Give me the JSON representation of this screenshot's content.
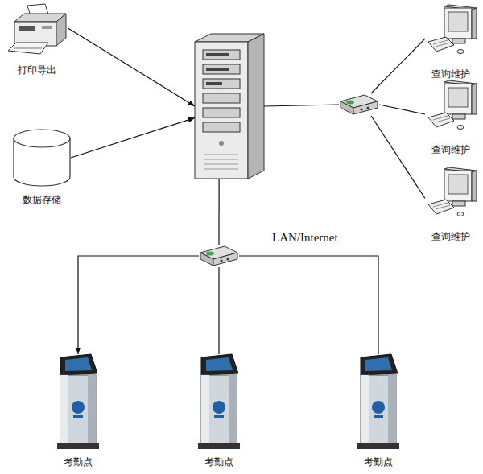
{
  "diagram": {
    "nodes": [
      {
        "text": [
          "打印导出"
        ]
      },
      {
        "text": []
      },
      {
        "text": []
      },
      {
        "text": [
          "查询维护"
        ]
      },
      {
        "text": [
          "数据存储"
        ]
      },
      {
        "text": [
          "查询维护"
        ]
      },
      {
        "text": [
          "查询维护"
        ]
      },
      {
        "text": []
      },
      {
        "text": [
          "考勤点"
        ]
      },
      {
        "text": [
          "考勤点"
        ]
      },
      {
        "text": [
          "考勤点"
        ]
      }
    ],
    "edges": [
      {
        "from": 0,
        "to": 1,
        "arrow": "to"
      },
      {
        "from": 4,
        "to": 1,
        "arrow": "to"
      },
      {
        "from": 1,
        "to": 2,
        "arrow": "none"
      },
      {
        "from": 2,
        "to": 3,
        "arrow": "none"
      },
      {
        "from": 2,
        "to": 5,
        "arrow": "none"
      },
      {
        "from": 2,
        "to": 6,
        "arrow": "none"
      },
      {
        "from": 1,
        "to": 7,
        "arrow": "none"
      },
      {
        "from": 7,
        "to": 8,
        "arrow": "to"
      },
      {
        "from": 7,
        "to": 9,
        "arrow": "none"
      },
      {
        "from": 7,
        "to": 10,
        "arrow": "none"
      }
    ],
    "labels": [
      "LAN/Internet"
    ]
  }
}
